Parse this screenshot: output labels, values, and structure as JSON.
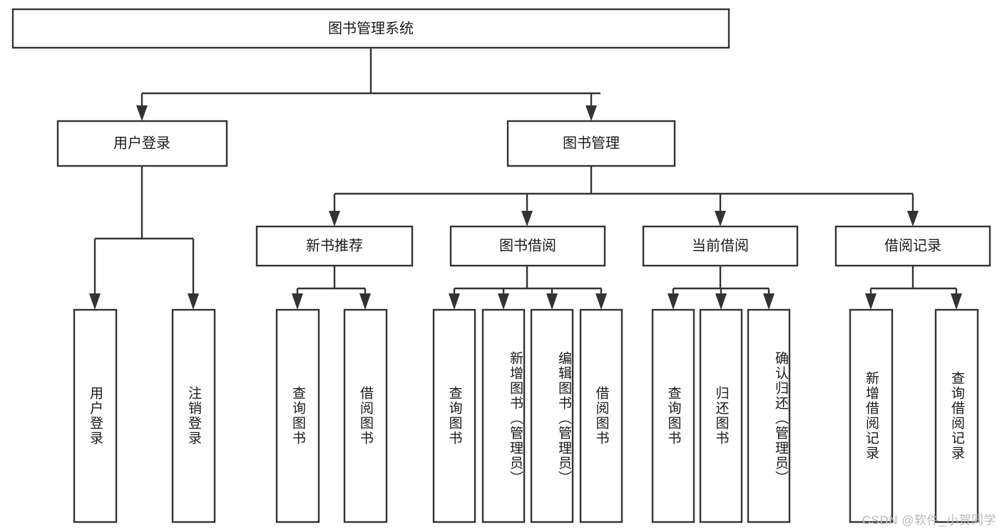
{
  "diagram": {
    "title": "图书管理系统",
    "type": "hierarchy-tree",
    "root": {
      "id": "root",
      "label": "图书管理系统",
      "orientation": "horizontal"
    },
    "level1": [
      {
        "id": "user-login",
        "label": "用户登录",
        "orientation": "horizontal"
      },
      {
        "id": "book-manage",
        "label": "图书管理",
        "orientation": "horizontal"
      }
    ],
    "level2": [
      {
        "id": "new-book-recommend",
        "label": "新书推荐",
        "parent": "book-manage",
        "orientation": "horizontal"
      },
      {
        "id": "book-borrow",
        "label": "图书借阅",
        "parent": "book-manage",
        "orientation": "horizontal"
      },
      {
        "id": "current-borrow",
        "label": "当前借阅",
        "parent": "book-manage",
        "orientation": "horizontal"
      },
      {
        "id": "borrow-record",
        "label": "借阅记录",
        "parent": "book-manage",
        "orientation": "horizontal"
      }
    ],
    "leaves": [
      {
        "id": "leaf-user-login",
        "label": "用户登录",
        "parent": "user-login",
        "orientation": "vertical"
      },
      {
        "id": "leaf-user-logout",
        "label": "注销登录",
        "parent": "user-login",
        "orientation": "vertical"
      },
      {
        "id": "leaf-query-book-recommend",
        "label": "查询图书",
        "parent": "new-book-recommend",
        "orientation": "vertical"
      },
      {
        "id": "leaf-borrow-book-recommend",
        "label": "借阅图书",
        "parent": "new-book-recommend",
        "orientation": "vertical"
      },
      {
        "id": "leaf-query-book-borrow",
        "label": "查询图书",
        "parent": "book-borrow",
        "orientation": "vertical"
      },
      {
        "id": "leaf-add-book",
        "label": "新增图书（管理员）",
        "parent": "book-borrow",
        "orientation": "vertical"
      },
      {
        "id": "leaf-edit-book",
        "label": "编辑图书（管理员）",
        "parent": "book-borrow",
        "orientation": "vertical"
      },
      {
        "id": "leaf-borrow-book",
        "label": "借阅图书",
        "parent": "book-borrow",
        "orientation": "vertical"
      },
      {
        "id": "leaf-query-book-current",
        "label": "查询图书",
        "parent": "current-borrow",
        "orientation": "vertical"
      },
      {
        "id": "leaf-return-book",
        "label": "归还图书",
        "parent": "current-borrow",
        "orientation": "vertical"
      },
      {
        "id": "leaf-confirm-return",
        "label": "确认归还（管理员）",
        "parent": "current-borrow",
        "orientation": "vertical"
      },
      {
        "id": "leaf-add-record",
        "label": "新增借阅记录",
        "parent": "borrow-record",
        "orientation": "vertical"
      },
      {
        "id": "leaf-query-record",
        "label": "查询借阅记录",
        "parent": "borrow-record",
        "orientation": "vertical"
      }
    ],
    "colors": {
      "box_fill": "#ffffff",
      "box_stroke": "#333333",
      "text": "#1a1a1a",
      "background": "#ffffff",
      "watermark": "#b9b9b9"
    }
  },
  "watermark": {
    "text": "CSDN @软件_小贺同学"
  }
}
